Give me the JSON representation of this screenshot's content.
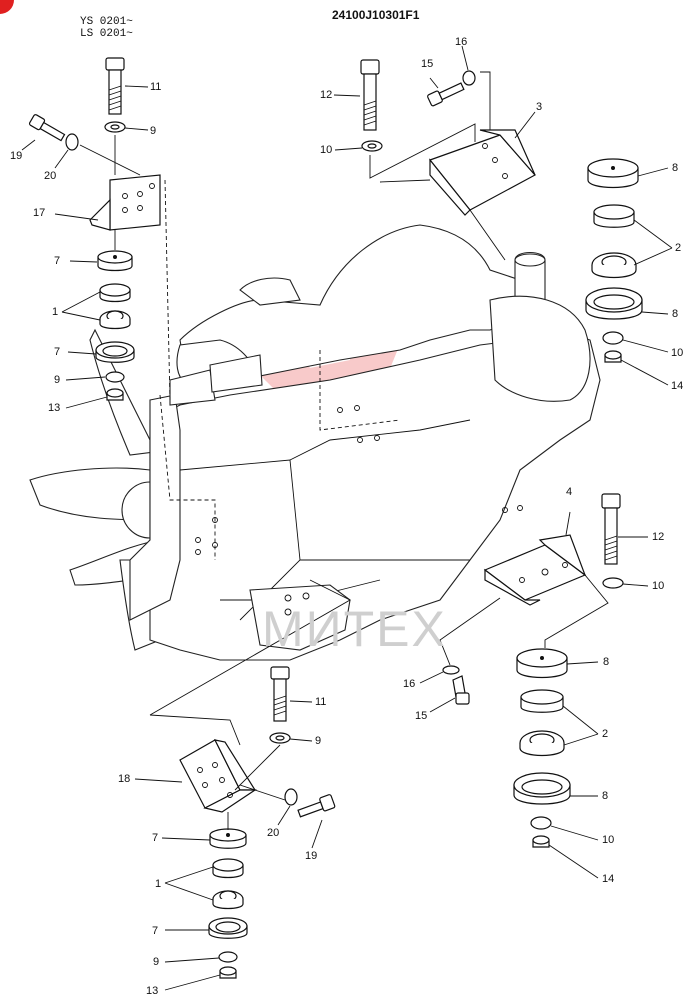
{
  "header": {
    "serial_line1": "YS 0201~",
    "serial_line2": "LS 0201~",
    "drawing_code": "24100J10301F1"
  },
  "watermark": {
    "text": "МИТЕХ",
    "gear_color": "#f08a8a"
  },
  "callouts": {
    "tl_11": "11",
    "tl_9": "9",
    "tl_19": "19",
    "tl_20": "20",
    "tl_17": "17",
    "tl_7a": "7",
    "tl_1": "1",
    "tl_7b": "7",
    "tl_9b": "9",
    "tl_13": "13",
    "tc_12": "12",
    "tc_15": "15",
    "tc_16": "16",
    "tc_3": "3",
    "tc_10": "10",
    "tr_8a": "8",
    "tr_2": "2",
    "tr_8b": "8",
    "tr_10": "10",
    "tr_14": "14",
    "mr_4": "4",
    "mr_12": "12",
    "mr_10": "10",
    "br_8a": "8",
    "br_2": "2",
    "br_8b": "8",
    "br_10": "10",
    "br_14": "14",
    "bm_16": "16",
    "bm_15": "15",
    "bl_11": "11",
    "bl_9": "9",
    "bl_18": "18",
    "bl_20": "20",
    "bl_19": "19",
    "bl_7a": "7",
    "bl_1": "1",
    "bl_7b": "7",
    "bl_9b": "9",
    "bl_13": "13"
  }
}
